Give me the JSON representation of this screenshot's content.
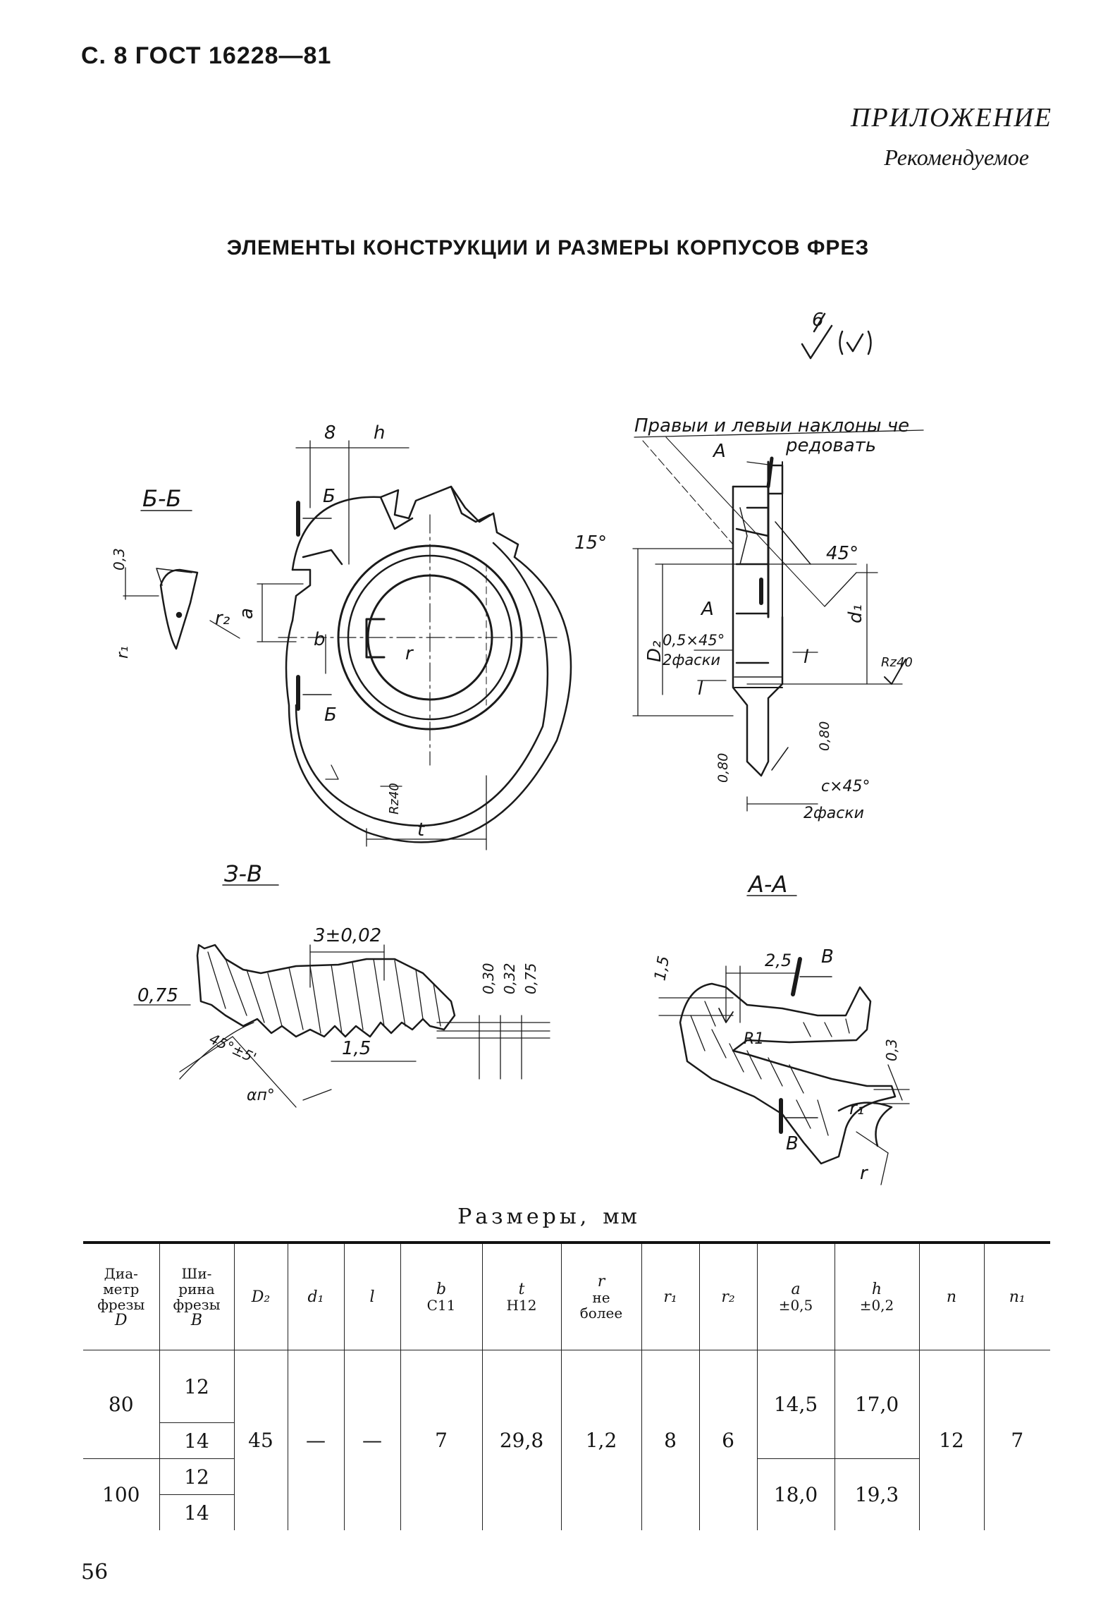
{
  "header": {
    "text": "С. 8 ГОСТ 16228—81"
  },
  "appendix": {
    "label": "ПРИЛОЖЕНИЕ",
    "sub": "Рекомендуемое"
  },
  "title": "ЭЛЕМЕНТЫ КОНСТРУКЦИИ И РАЗМЕРЫ КОРПУСОВ ФРЕЗ",
  "drawing": {
    "roughness": {
      "value": "6",
      "symbol": "√(√)"
    },
    "sections": {
      "bb": "Б-Б",
      "vv": "З-В",
      "aa": "А-А"
    },
    "notes": {
      "slope_line1": "Правыи и левыи наклоны че",
      "slope_line2": "редовать"
    },
    "labels": {
      "b_top": "8",
      "h": "h",
      "B1": "Б",
      "B2": "Б",
      "angle15": "15°",
      "r2": "r₂",
      "a": "a",
      "b_small": "b",
      "r": "r",
      "Rz40_main": "Rz40",
      "t": "t",
      "d03": "0,3",
      "r1_bb": "r₁",
      "A_top": "A",
      "A_mid": "A",
      "deg45": "45°",
      "D2": "D₂",
      "d1": "d₁",
      "chamfer1": "0,5×45°",
      "chamfer1b": "2фаски",
      "l1": "l",
      "l2": "l",
      "Rz40_side": "Rz40",
      "f080a": "0,80",
      "f080b": "0,80",
      "chamfer2": "c×45°",
      "chamfer2b": "2фаски",
      "pitch": "3±0,02",
      "v075a": "0,75",
      "v030": "0,30",
      "v032": "0,32",
      "v075b": "0,75",
      "v15": "1,5",
      "angle4545": "45°±5'",
      "dp": "αп°",
      "aa15": "1,5",
      "aa25": "2,5",
      "B_top": "B",
      "R1": "R1",
      "aa03": "0,3",
      "r1_aa": "r₁",
      "B_bot": "B",
      "r_aa": "r"
    }
  },
  "table": {
    "caption": "Размеры,",
    "unit": "мм",
    "headers": [
      {
        "l1": "Диа-",
        "l2": "метр",
        "l3": "фрезы",
        "l4": "D"
      },
      {
        "l1": "Ши-",
        "l2": "рина",
        "l3": "фрезы",
        "l4": "B"
      },
      {
        "l1": "D₂"
      },
      {
        "l1": "d₁"
      },
      {
        "l1": "l"
      },
      {
        "l1": "b",
        "l2": "C11"
      },
      {
        "l1": "t",
        "l2": "H12"
      },
      {
        "l1": "r",
        "l2": "не",
        "l3": "более"
      },
      {
        "l1": "r₁"
      },
      {
        "l1": "r₂"
      },
      {
        "l1": "a",
        "l2": "±0,5"
      },
      {
        "l1": "h",
        "l2": "±0,2"
      },
      {
        "l1": "n"
      },
      {
        "l1": "n₁"
      }
    ],
    "rows": [
      {
        "D": "80",
        "B": [
          "12",
          "14"
        ],
        "a": "14,5",
        "h": "17,0"
      },
      {
        "D": "100",
        "B": [
          "12",
          "14"
        ],
        "a": "18,0",
        "h": "19,3"
      }
    ],
    "shared": {
      "D2": "45",
      "d1": "—",
      "l": "—",
      "b": "7",
      "t": "29,8",
      "r": "1,2",
      "r1": "8",
      "r2": "6",
      "n": "12",
      "n1": "7"
    }
  },
  "page_number": "56"
}
